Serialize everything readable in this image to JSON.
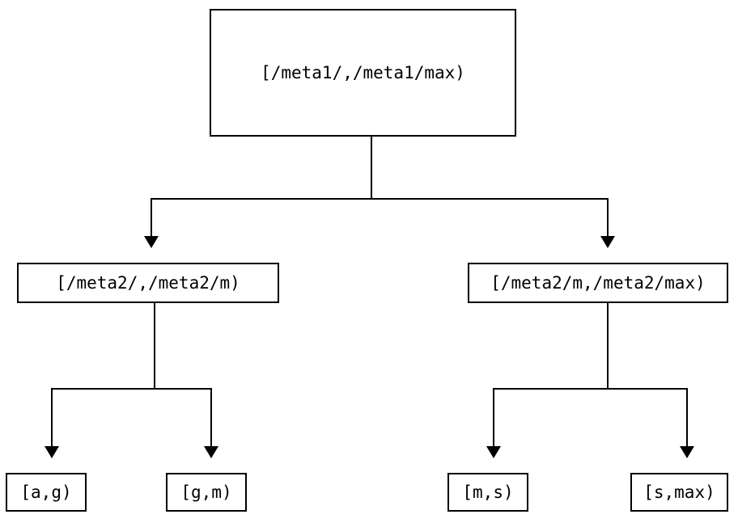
{
  "diagram": {
    "type": "tree",
    "orientation": "top-down",
    "background_color": "#ffffff",
    "line_color": "#000000",
    "text_color": "#000000",
    "nodes": {
      "root": {
        "label": "[/meta1/,/meta1/max)",
        "level": 0
      },
      "left_internal": {
        "label": "[/meta2/,/meta2/m)",
        "level": 1
      },
      "right_internal": {
        "label": "[/meta2/m,/meta2/max)",
        "level": 1
      },
      "leaf_ag": {
        "label": "[a,g)",
        "level": 2
      },
      "leaf_gm": {
        "label": "[g,m)",
        "level": 2
      },
      "leaf_ms": {
        "label": "[m,s)",
        "level": 2
      },
      "leaf_smax": {
        "label": "[s,max)",
        "level": 2
      }
    },
    "edges": [
      {
        "from": "root",
        "to": "left_internal",
        "arrow": "down-triangle"
      },
      {
        "from": "root",
        "to": "right_internal",
        "arrow": "down-triangle"
      },
      {
        "from": "left_internal",
        "to": "leaf_ag",
        "arrow": "down-triangle"
      },
      {
        "from": "left_internal",
        "to": "leaf_gm",
        "arrow": "down-triangle"
      },
      {
        "from": "right_internal",
        "to": "leaf_ms",
        "arrow": "down-triangle"
      },
      {
        "from": "right_internal",
        "to": "leaf_smax",
        "arrow": "down-triangle"
      }
    ]
  }
}
